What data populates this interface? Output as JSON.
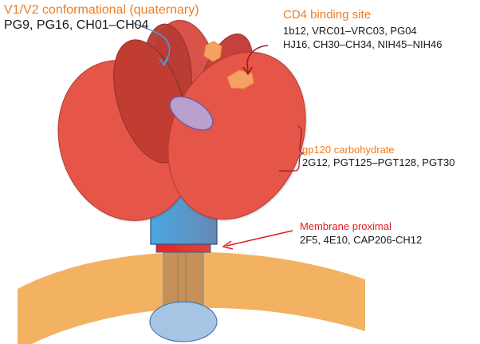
{
  "figure": {
    "description": "HIV-1 Env trimer with broadly neutralizing antibody epitope sites",
    "colors": {
      "gp120": "#e5574a",
      "gp120_dark": "#c13d33",
      "gp120_mid": "#d9534b",
      "v1v2_loop": "#b9a0cd",
      "gp41_top": "#4aa3de",
      "gp41_bottom": "#6a8fb8",
      "mper": "#e8282a",
      "membrane": "#f3b262",
      "transmembrane": "#c59159",
      "cytoplasmic_tail": "#a6c4e4",
      "cd4_site": "#f5a064",
      "label_orange": "#f07d22",
      "label_red": "#e41c24",
      "arrow_blue": "#4a9be0",
      "arrow_darkred": "#9b1c1f"
    }
  },
  "annotations": {
    "v1v2": {
      "title": "V1/V2 conformational (quaternary)",
      "antibodies": "PG9, PG16, CH01–CH04"
    },
    "cd4": {
      "title": "CD4 binding site",
      "antibodies_line1": "1b12, VRC01–VRC03, PG04",
      "antibodies_line2": "HJ16, CH30–CH34, NIH45–NIH46"
    },
    "carbohydrate": {
      "title": "gp120 carbohydrate",
      "antibodies": "2G12, PGT125–PGT128, PGT30"
    },
    "mper": {
      "title": "Membrane proximal",
      "antibodies": "2F5, 4E10, CAP206-CH12"
    }
  }
}
